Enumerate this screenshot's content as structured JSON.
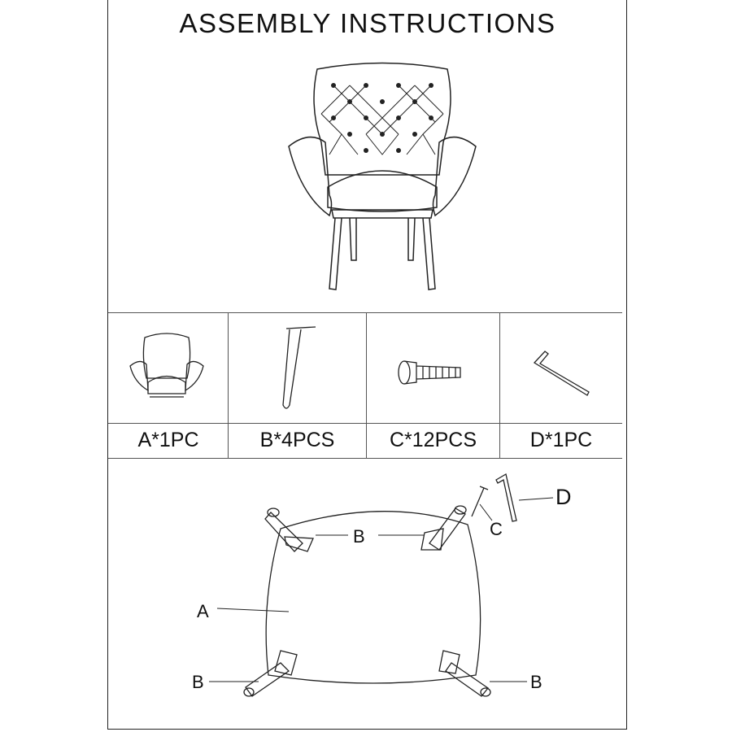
{
  "title": "ASSEMBLY INSTRUCTIONS",
  "parts": [
    {
      "label": "A*1PC",
      "icon": "armchair-icon"
    },
    {
      "label": "B*4PCS",
      "icon": "chair-leg-icon"
    },
    {
      "label": "C*12PCS",
      "icon": "bolt-icon"
    },
    {
      "label": "D*1PC",
      "icon": "allen-key-icon"
    }
  ],
  "diagram": {
    "callouts": {
      "a": "A",
      "b_top": "B",
      "b_left": "B",
      "b_right": "B",
      "c": "C",
      "d": "D"
    }
  }
}
